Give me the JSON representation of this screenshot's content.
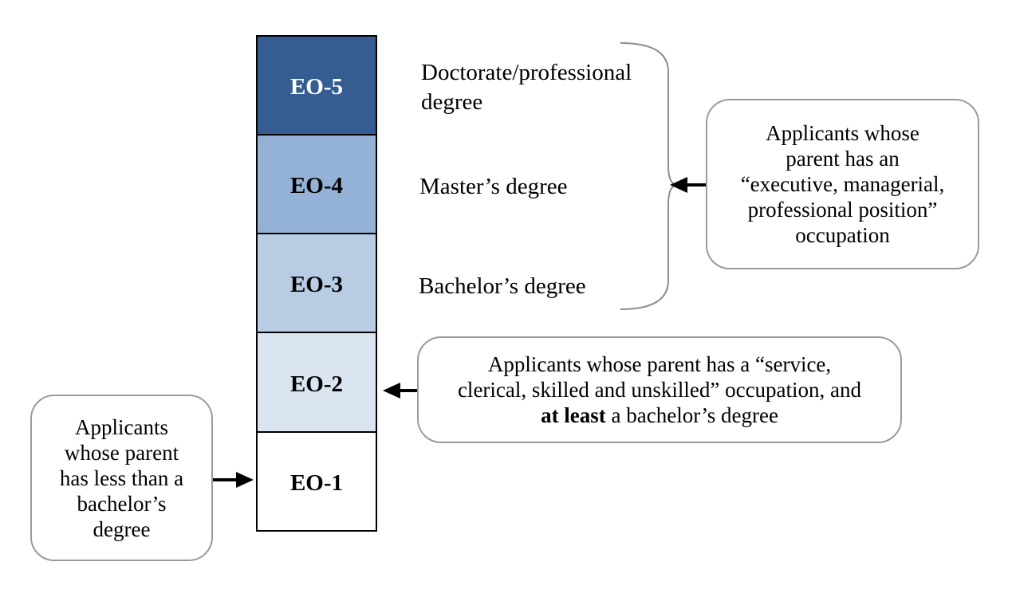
{
  "levels": [
    {
      "id": "EO-5",
      "label": "EO-5",
      "fill": "#355d92",
      "text_color": "#ffffff"
    },
    {
      "id": "EO-4",
      "label": "EO-4",
      "fill": "#94b2d6",
      "text_color": "#000000"
    },
    {
      "id": "EO-3",
      "label": "EO-3",
      "fill": "#b8cce4",
      "text_color": "#000000"
    },
    {
      "id": "EO-2",
      "label": "EO-2",
      "fill": "#dbe5f1",
      "text_color": "#000000"
    },
    {
      "id": "EO-1",
      "label": "EO-1",
      "fill": "#ffffff",
      "text_color": "#000000"
    }
  ],
  "degrees": {
    "eo5_line1": "Doctorate/professional",
    "eo5_line2": "degree",
    "eo4": "Master’s degree",
    "eo3": "Bachelor’s degree"
  },
  "notes": {
    "executive": {
      "line1": "Applicants whose",
      "line2": "parent has an",
      "line3": "“executive, managerial,",
      "line4": "professional position”",
      "line5": "occupation"
    },
    "service": {
      "line1": "Applicants whose parent has a “service,",
      "line2": "clerical, skilled and unskilled” occupation, and",
      "line3_bold": "at least",
      "line3_rest": " a bachelor’s degree"
    },
    "less_than_bachelor": {
      "line1": "Applicants",
      "line2": "whose parent",
      "line3": "has less than a",
      "line4": "bachelor’s",
      "line5": "degree"
    }
  },
  "colors": {
    "outline": "#000000",
    "note_border": "#9a9a9a",
    "brace": "#8c8c8c"
  }
}
